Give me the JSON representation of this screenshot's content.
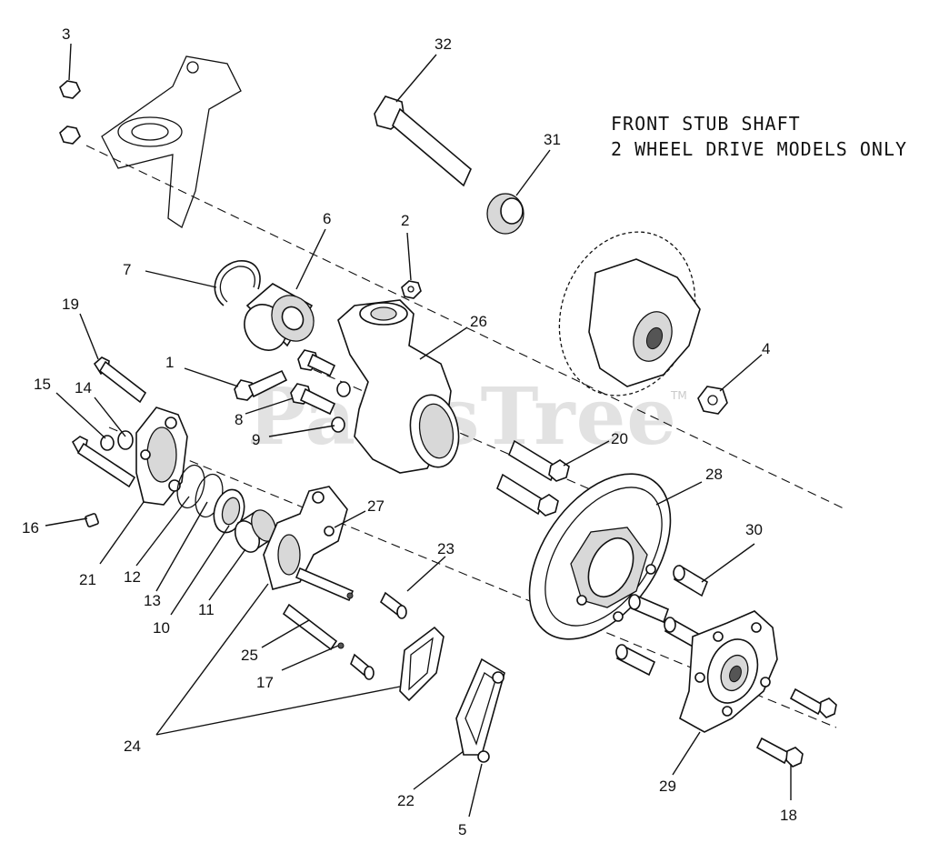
{
  "title": {
    "line1": "FRONT STUB SHAFT",
    "line2": "2 WHEEL DRIVE MODELS ONLY"
  },
  "watermark": {
    "text": "PartsTree",
    "mark": "TM"
  },
  "callouts": [
    {
      "id": "1",
      "part": "bolt"
    },
    {
      "id": "2",
      "part": "nut"
    },
    {
      "id": "3",
      "part": "lock-nut"
    },
    {
      "id": "4",
      "part": "flange-nut"
    },
    {
      "id": "5",
      "part": "nut"
    },
    {
      "id": "6",
      "part": "bushing"
    },
    {
      "id": "7",
      "part": "retaining-ring"
    },
    {
      "id": "8",
      "part": "bolt"
    },
    {
      "id": "9",
      "part": "washer"
    },
    {
      "id": "10",
      "part": "seal"
    },
    {
      "id": "11",
      "part": "bearing"
    },
    {
      "id": "12",
      "part": "o-ring"
    },
    {
      "id": "13",
      "part": "o-ring"
    },
    {
      "id": "14",
      "part": "fitting"
    },
    {
      "id": "15",
      "part": "bleeder-valve"
    },
    {
      "id": "16",
      "part": "plug"
    },
    {
      "id": "17",
      "part": "pin"
    },
    {
      "id": "18",
      "part": "bolt"
    },
    {
      "id": "19",
      "part": "bolt"
    },
    {
      "id": "20",
      "part": "bolt"
    },
    {
      "id": "21",
      "part": "caliper-housing"
    },
    {
      "id": "22",
      "part": "brake-bracket"
    },
    {
      "id": "23",
      "part": "pin"
    },
    {
      "id": "24",
      "part": "brake-pads"
    },
    {
      "id": "25",
      "part": "slide-pin"
    },
    {
      "id": "26",
      "part": "spindle"
    },
    {
      "id": "27",
      "part": "caliper-body"
    },
    {
      "id": "28",
      "part": "brake-rotor"
    },
    {
      "id": "29",
      "part": "wheel-hub"
    },
    {
      "id": "30",
      "part": "lug-stud"
    },
    {
      "id": "31",
      "part": "spacer"
    },
    {
      "id": "32",
      "part": "bolt"
    }
  ]
}
